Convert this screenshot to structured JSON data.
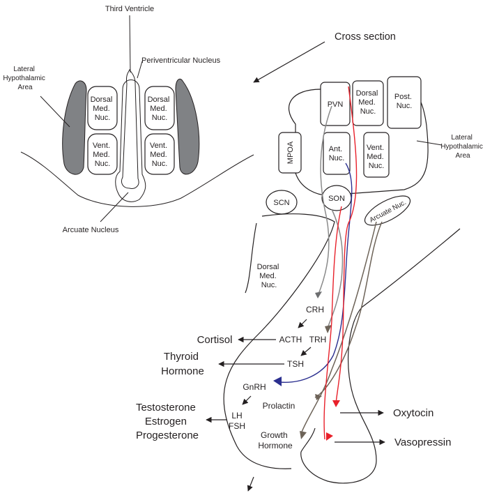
{
  "colors": {
    "line": "#231f20",
    "lateral_area_fill": "#808285",
    "gray_pathway": "#8a8a8a",
    "brown_pathway": "#6d6358",
    "red_pathway": "#e8202a",
    "blue_pathway": "#2b2f8f"
  },
  "cross_section": {
    "third_ventricle": "Third Ventricle",
    "periventricular_nucleus": "Periventricular Nucleus",
    "lateral_area": [
      "Lateral",
      "Hypothalamic",
      "Area"
    ],
    "dorsal_med_nuc": [
      "Dorsal",
      "Med.",
      "Nuc."
    ],
    "vent_med_nuc": [
      "Vent.",
      "Med.",
      "Nuc."
    ],
    "arcuate_nucleus": "Arcuate Nucleus"
  },
  "sagittal": {
    "cross_section_label": "Cross section",
    "pvn": "PVN",
    "dorsal_med_nuc": [
      "Dorsal",
      "Med.",
      "Nuc."
    ],
    "post_nuc": [
      "Post.",
      "Nuc."
    ],
    "lateral_area": [
      "Lateral",
      "Hypothalamic",
      "Area"
    ],
    "mpoa": "MPOA",
    "ant_nuc": [
      "Ant.",
      "Nuc."
    ],
    "vent_med_nuc": [
      "Vent.",
      "Med.",
      "Nuc."
    ],
    "scn": "SCN",
    "son": "SON",
    "arcuate_nuc": "Arcuate Nuc.",
    "dorsal_med_nuc_side": [
      "Dorsal",
      "Med.",
      "Nuc."
    ]
  },
  "pituitary": {
    "crh": "CRH",
    "acth": "ACTH",
    "trh": "TRH",
    "tsh": "TSH",
    "gnrh": "GnRH",
    "lh": "LH",
    "fsh": "FSH",
    "prolactin": "Prolactin",
    "growth_hormone": [
      "Growth",
      "Hormone"
    ]
  },
  "outputs": {
    "cortisol": "Cortisol",
    "thyroid_hormone": [
      "Thyroid",
      "Hormone"
    ],
    "sex_hormones": [
      "Testosterone",
      "Estrogen",
      "Progesterone"
    ],
    "oxytocin": "Oxytocin",
    "vasopressin": "Vasopressin"
  }
}
